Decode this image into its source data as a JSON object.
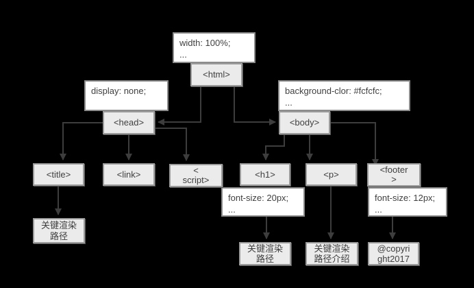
{
  "diagram": {
    "kind": "dom-render-tree",
    "background": "#000000"
  },
  "colors": {
    "node_fill": "#ebebeb",
    "node_border": "#9b9b9b",
    "rule_fill": "#ffffff",
    "rule_border": "#8c8c8c",
    "line": "#3d3d3d",
    "text": "#3f3f3f"
  },
  "nodes": {
    "html": {
      "label": "<html>"
    },
    "head": {
      "label": "<head>"
    },
    "body": {
      "label": "<body>"
    },
    "title": {
      "label": "<title>"
    },
    "link": {
      "label": "<link>"
    },
    "script": {
      "label": "<\nscript>"
    },
    "h1": {
      "label": "<h1>"
    },
    "p": {
      "label": "<p>"
    },
    "footer": {
      "label": "<footer\n>"
    }
  },
  "css_rules": {
    "html_rule": "width: 100%;\n...",
    "head_rule": "display: none;",
    "body_rule": "background-clor: #fcfcfc;\n...",
    "h1_rule": "font-size: 20px;\n...",
    "footer_rule": "font-size: 12px;\n..."
  },
  "text_nodes": {
    "title_text": "关键渲染\n路径",
    "h1_text": "关键渲染\n路径",
    "p_text": "关键渲染\n路径介绍",
    "footer_text": "@copyri\nght2017"
  }
}
